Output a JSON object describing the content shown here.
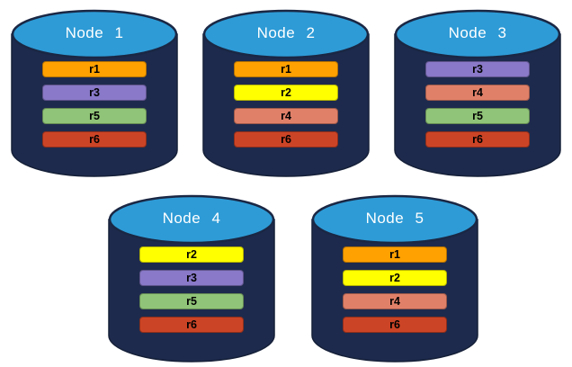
{
  "colors": {
    "cylinder_body": "#1E2A4D",
    "cylinder_top": "#2E9BD6",
    "cylinder_outline": "#152038",
    "node_label_text": "#FFFFFF",
    "replica_label_text": "#000000",
    "replica_r1": "#FFA101",
    "replica_r2": "#FFFF00",
    "replica_r3": "#8979C8",
    "replica_r4": "#E08069",
    "replica_r5": "#90C478",
    "replica_r6": "#CC4426"
  },
  "nodes": [
    {
      "label": "Node 1",
      "replicas": [
        {
          "label": "r1",
          "color": "#FFA101"
        },
        {
          "label": "r3",
          "color": "#8979C8"
        },
        {
          "label": "r5",
          "color": "#90C478"
        },
        {
          "label": "r6",
          "color": "#CC4426"
        }
      ]
    },
    {
      "label": "Node 2",
      "replicas": [
        {
          "label": "r1",
          "color": "#FFA101"
        },
        {
          "label": "r2",
          "color": "#FFFF00"
        },
        {
          "label": "r4",
          "color": "#E08069"
        },
        {
          "label": "r6",
          "color": "#CC4426"
        }
      ]
    },
    {
      "label": "Node 3",
      "replicas": [
        {
          "label": "r3",
          "color": "#8979C8"
        },
        {
          "label": "r4",
          "color": "#E08069"
        },
        {
          "label": "r5",
          "color": "#90C478"
        },
        {
          "label": "r6",
          "color": "#CC4426"
        }
      ]
    },
    {
      "label": "Node 4",
      "replicas": [
        {
          "label": "r2",
          "color": "#FFFF00"
        },
        {
          "label": "r3",
          "color": "#8979C8"
        },
        {
          "label": "r5",
          "color": "#90C478"
        },
        {
          "label": "r6",
          "color": "#CC4426"
        }
      ]
    },
    {
      "label": "Node 5",
      "replicas": [
        {
          "label": "r1",
          "color": "#FFA101"
        },
        {
          "label": "r2",
          "color": "#FFFF00"
        },
        {
          "label": "r4",
          "color": "#E08069"
        },
        {
          "label": "r6",
          "color": "#CC4426"
        }
      ]
    }
  ]
}
